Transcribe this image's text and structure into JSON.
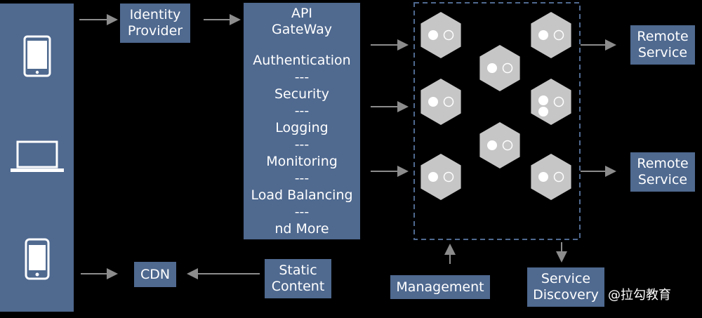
{
  "nodes": {
    "identity_provider": [
      "Identity",
      "Provider"
    ],
    "api_gateway": {
      "title": [
        "API",
        "GateWay"
      ],
      "features": [
        "Authentication",
        "Security",
        "Logging",
        "Monitoring",
        "Load Balancing",
        "nd More"
      ],
      "separator": "---"
    },
    "remote_service_1": [
      "Remote",
      "Service"
    ],
    "remote_service_2": [
      "Remote",
      "Service"
    ],
    "cdn": "CDN",
    "static_content": [
      "Static",
      "Content"
    ],
    "management": "Management",
    "service_discovery": [
      "Service",
      "Discovery"
    ]
  },
  "devices": [
    "tablet-icon",
    "laptop-icon",
    "phone-icon"
  ],
  "microservices_count": 8,
  "watermark": "@拉勾教育",
  "colors": {
    "box": "#4f698f",
    "background": "#000000",
    "hexagon": "#c6c6c6",
    "arrow": "#8c8c8c",
    "dashed_border": "#4f698f"
  }
}
